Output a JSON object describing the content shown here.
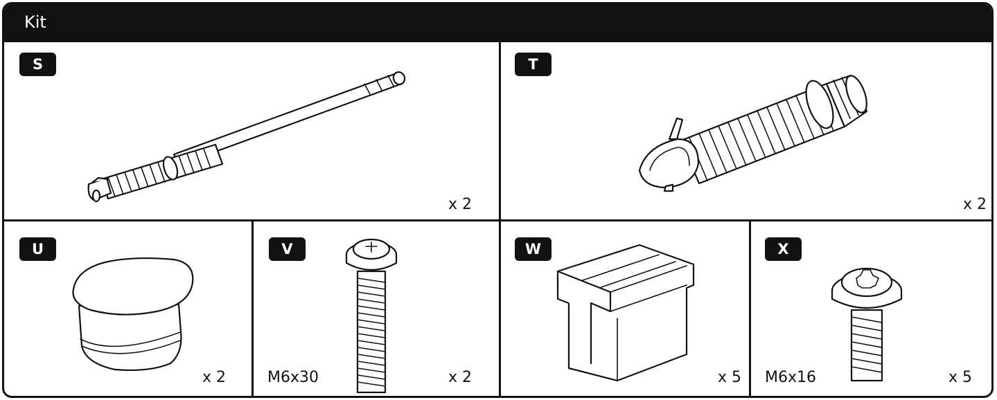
{
  "header": {
    "title": "Kit"
  },
  "parts": {
    "S": {
      "letter": "S",
      "qty": "x 2",
      "icon": "hose-with-long-rod"
    },
    "T": {
      "letter": "T",
      "qty": "x 2",
      "icon": "corrugated-hose-with-clamp"
    },
    "U": {
      "letter": "U",
      "qty": "x 2",
      "icon": "rubber-plug"
    },
    "V": {
      "letter": "V",
      "qty": "x 2",
      "code": "M6x30",
      "icon": "long-torx-screw"
    },
    "W": {
      "letter": "W",
      "qty": "x 5",
      "icon": "slotted-block"
    },
    "X": {
      "letter": "X",
      "qty": "x 5",
      "code": "M6x16",
      "icon": "short-torx-screw"
    }
  },
  "colors": {
    "ink": "#111111",
    "paper": "#ffffff"
  }
}
